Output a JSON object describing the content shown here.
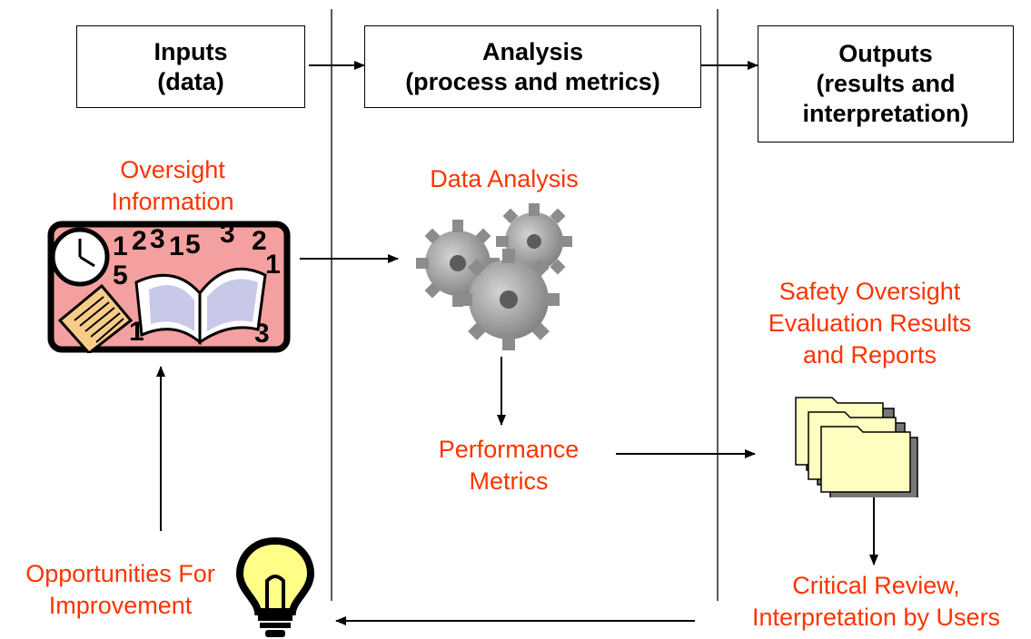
{
  "columns": {
    "inputs": {
      "line1": "Inputs",
      "line2": "(data)"
    },
    "analysis": {
      "line1": "Analysis",
      "line2": "(process and metrics)"
    },
    "outputs": {
      "line1": "Outputs",
      "line2": "(results and",
      "line3": "interpretation)"
    }
  },
  "nodes": {
    "oversight_information": {
      "line1": "Oversight",
      "line2": "Information"
    },
    "data_analysis": {
      "line1": "Data Analysis"
    },
    "performance_metrics": {
      "line1": "Performance",
      "line2": "Metrics"
    },
    "safety_results": {
      "line1": "Safety Oversight",
      "line2": "Evaluation Results",
      "line3": "and Reports"
    },
    "critical_review": {
      "line1": "Critical Review,",
      "line2": "Interpretation by Users"
    },
    "opportunities": {
      "line1": "Opportunities For",
      "line2": "Improvement"
    }
  },
  "clipart": {
    "numbers": [
      "1",
      "2",
      "3",
      "1",
      "5",
      "3",
      "2",
      "5",
      "1",
      "1",
      "3"
    ]
  },
  "icons": [
    "clock-icon",
    "book-icon",
    "document-icon",
    "gears-icon",
    "folders-icon",
    "lightbulb-icon"
  ],
  "colors": {
    "label": "#ff3300",
    "line": "#000000",
    "card_bg": "#f4a0a0",
    "gear": "#a8a8a8",
    "folder": "#fffdc0"
  }
}
